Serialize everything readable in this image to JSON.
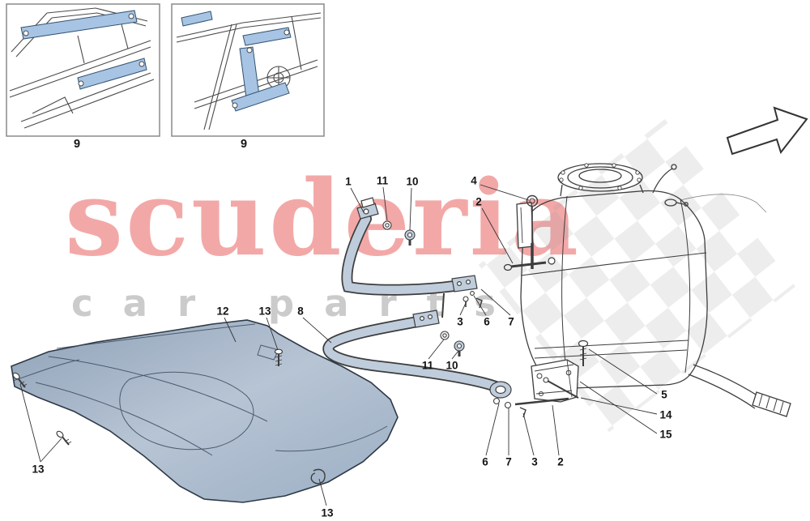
{
  "watermark": {
    "brand": "scuderia",
    "sub": "car parts"
  },
  "insets": [
    {
      "label": "9"
    },
    {
      "label": "9"
    }
  ],
  "callouts": [
    {
      "label": "1"
    },
    {
      "label": "11"
    },
    {
      "label": "10"
    },
    {
      "label": "4"
    },
    {
      "label": "2"
    },
    {
      "label": "12"
    },
    {
      "label": "13"
    },
    {
      "label": "8"
    },
    {
      "label": "3"
    },
    {
      "label": "6"
    },
    {
      "label": "7"
    },
    {
      "label": "11"
    },
    {
      "label": "10"
    },
    {
      "label": "5"
    },
    {
      "label": "14"
    },
    {
      "label": "15"
    },
    {
      "label": "13"
    },
    {
      "label": "6"
    },
    {
      "label": "7"
    },
    {
      "label": "3"
    },
    {
      "label": "2"
    },
    {
      "label": "13"
    }
  ],
  "colors": {
    "highlight_blue": "#a8c4e4",
    "strap_blue": "#bfccdb",
    "guard_blue_gray": "#a9bacd",
    "watermark_red": "#e02626",
    "watermark_gray": "#cbcbcb",
    "line": "#3d3d3d"
  }
}
